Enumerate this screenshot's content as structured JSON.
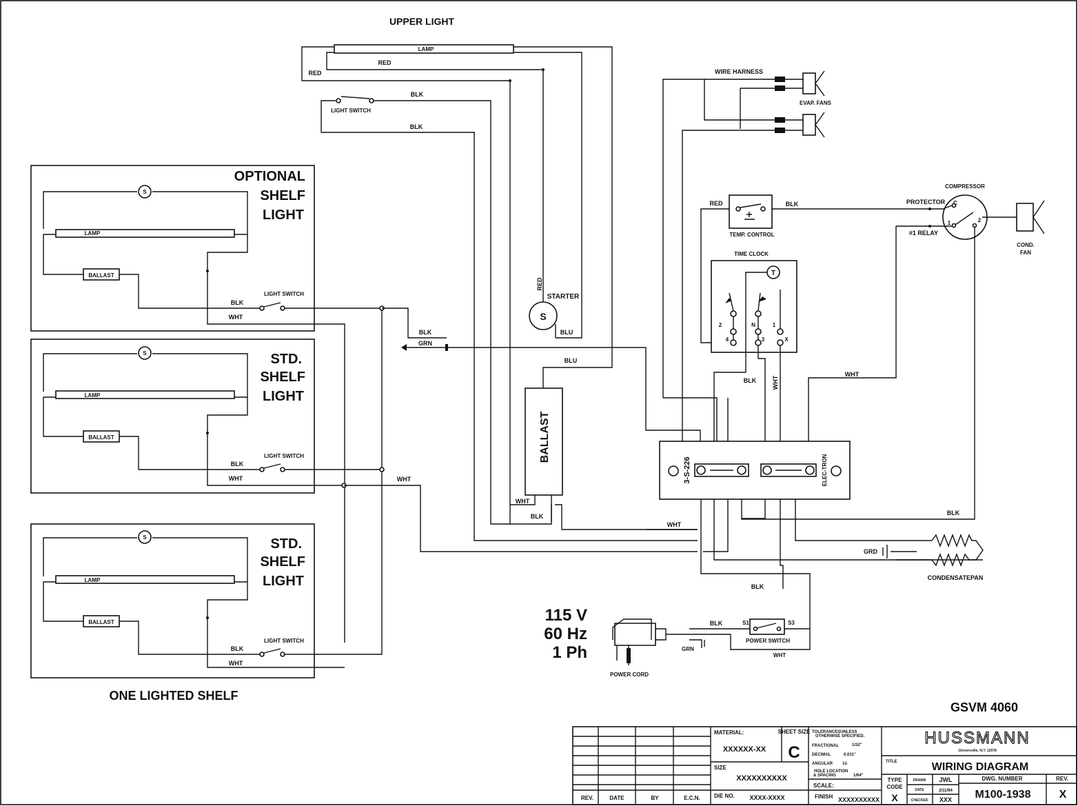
{
  "upper_light": {
    "title": "UPPER LIGHT",
    "lamp": "LAMP",
    "red_1": "RED",
    "red_2": "RED",
    "switch": "LIGHT SWITCH",
    "blk_1": "BLK",
    "blk_2": "BLK"
  },
  "shelves": [
    {
      "title_lines": [
        "OPTIONAL",
        "SHELF",
        "LIGHT"
      ],
      "starter": "S",
      "lamp": "LAMP",
      "ballast": "BALLAST",
      "switch": "LIGHT SWITCH",
      "blk": "BLK",
      "wht": "WHT"
    },
    {
      "title_lines": [
        "STD.",
        "SHELF",
        "LIGHT"
      ],
      "starter": "S",
      "lamp": "LAMP",
      "ballast": "BALLAST",
      "switch": "LIGHT SWITCH",
      "blk": "BLK",
      "wht": "WHT"
    },
    {
      "title_lines": [
        "STD.",
        "SHELF",
        "LIGHT"
      ],
      "starter": "S",
      "lamp": "LAMP",
      "ballast": "BALLAST",
      "switch": "LIGHT SWITCH",
      "blk": "BLK",
      "wht": "WHT"
    }
  ],
  "one_lighted_shelf": "ONE LIGHTED SHELF",
  "wires": {
    "blk_main": "BLK",
    "grn": "GRN",
    "blu_1": "BLU",
    "blu_2": "BLU",
    "wht_ballast": "WHT",
    "blk_ballast": "BLK",
    "wht_main": "WHT",
    "wht_bottom": "WHT",
    "blk_bottom": "BLK",
    "red_starter": "RED",
    "blk_tc": "BLK",
    "wht_tc": "WHT",
    "wht_right": "WHT",
    "blk_right": "BLK",
    "blk_ps": "BLK"
  },
  "starter": {
    "label": "STARTER",
    "symbol": "S"
  },
  "ballast_main": "BALLAST",
  "wire_harness": "WIRE HARNESS",
  "evap_fans": "EVAP. FANS",
  "temp_control": {
    "label": "TEMP. CONTROL",
    "red": "RED",
    "blk": "BLK"
  },
  "time_clock": {
    "label": "TIME CLOCK",
    "symbol": "T",
    "terminals": [
      "2",
      "N",
      "1",
      "4",
      "3",
      "X"
    ]
  },
  "compressor": {
    "label": "COMPRESSOR",
    "protector": "PROTECTOR",
    "relay": "#1 RELAY",
    "c": "C",
    "t1": "1",
    "t2": "2"
  },
  "cond_fan": [
    "COND.",
    "FAN"
  ],
  "controller": {
    "left": "3-S-226",
    "right": "ELEC-TRON"
  },
  "condensate": {
    "label": "CONDENSATEPAN",
    "grd": "GRD"
  },
  "power": {
    "voltage": "115 V",
    "freq": "60 Hz",
    "phase": "1 Ph",
    "cord": "POWER CORD",
    "grn": "GRN",
    "blk": "BLK",
    "switch": "POWER SWITCH",
    "s1": "S1",
    "s3": "S3",
    "wht": "WHT"
  },
  "model": "GSVM 4060",
  "title_block": {
    "rev_cols": [
      "REV.",
      "DATE",
      "BY",
      "E.C.N."
    ],
    "material_label": "MATERIAL:",
    "material": "XXXXXX-XX",
    "sheet_size_label": "SHEET SIZE",
    "sheet_size": "C",
    "size_label": "SIZE",
    "size": "XXXXXXXXXX",
    "die_label": "DIE NO.",
    "die": "XXXX-XXXX",
    "tol_line1": "TOLERANCESUNLESS",
    "tol_line2": "OTHERWISE SPECIFIED.",
    "fractional_label": "FRACTIONAL",
    "fractional": "1/32\"",
    "decimal_label": "DECIMAL",
    "decimal": "0.031\"",
    "angular_label": "ANGULAR",
    "angular": "1ü",
    "hole_label1": "HOLE LOCATION",
    "hole_label2": "& SPACING",
    "hole": "1/64\"",
    "scale_label": "SCALE:",
    "finish_label": "FINISH",
    "finish": "XXXXXXXXXX",
    "company": "HUSSMANN",
    "location": "Gloversville, N.Y. 12078",
    "title_label": "TITLE",
    "title": "WIRING DIAGRAM",
    "type_label1": "TYPE",
    "type_label2": "CODE",
    "type": "X",
    "drawn_label": "DRAWN",
    "drawn": "JWL",
    "date_label": "DATE",
    "date": "2/11/94",
    "checked_label": "CHECKED",
    "checked": "XXX",
    "dwg_label": "DWG. NUMBER",
    "dwg": "M100-1938",
    "rev_label": "REV.",
    "rev": "X"
  }
}
